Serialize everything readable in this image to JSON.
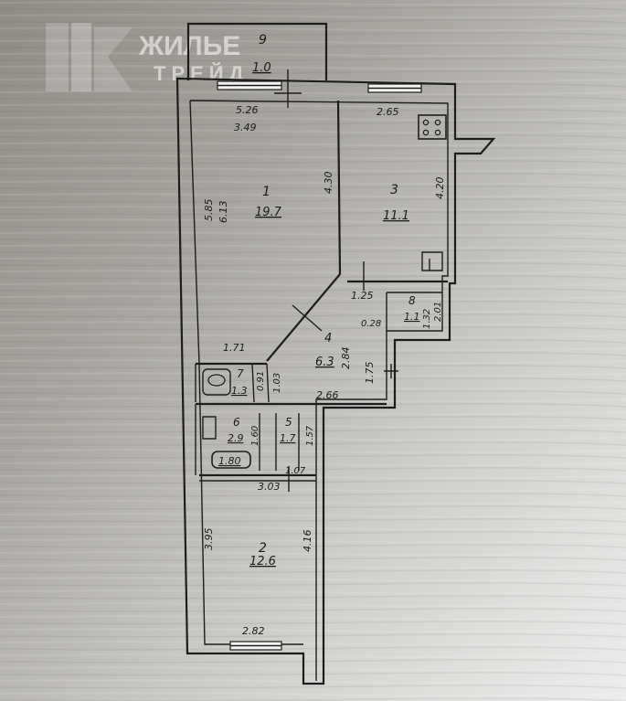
{
  "logo": {
    "line1": "ЖИЛЬЕ",
    "line2": "ТРЕЙД"
  },
  "rooms": [
    {
      "id": "room-1",
      "number": "1",
      "area": "19.7"
    },
    {
      "id": "room-2",
      "number": "2",
      "area": "12.6"
    },
    {
      "id": "room-3",
      "number": "3",
      "area": "11.1"
    },
    {
      "id": "room-4",
      "number": "4",
      "area": "6.3"
    },
    {
      "id": "room-5",
      "number": "5",
      "area": "1.7"
    },
    {
      "id": "room-6",
      "number": "6",
      "area": "2.9"
    },
    {
      "id": "room-7",
      "number": "7",
      "area": "1.3"
    },
    {
      "id": "room-8",
      "number": "8",
      "area": "1.1"
    },
    {
      "id": "room-9",
      "number": "9",
      "area": "1.0"
    }
  ],
  "dimensions": {
    "d_526": "5.26",
    "d_349": "3.49",
    "d_265": "2.65",
    "d_585": "5.85",
    "d_613": "6.13",
    "d_430": "4.30",
    "d_420": "4.20",
    "d_125": "1.25",
    "d_028": "0.28",
    "d_132": "1.32",
    "d_201": "2.01",
    "d_171": "1.71",
    "d_284": "2.84",
    "d_175": "1.75",
    "d_091": "0.91",
    "d_103": "1.03",
    "d_266": "2.66",
    "d_160": "1.60",
    "d_157": "1.57",
    "d_180": "1.80",
    "d_107": "1.07",
    "d_303": "3.03",
    "d_395": "3.95",
    "d_416": "4.16",
    "d_282": "2.82"
  }
}
